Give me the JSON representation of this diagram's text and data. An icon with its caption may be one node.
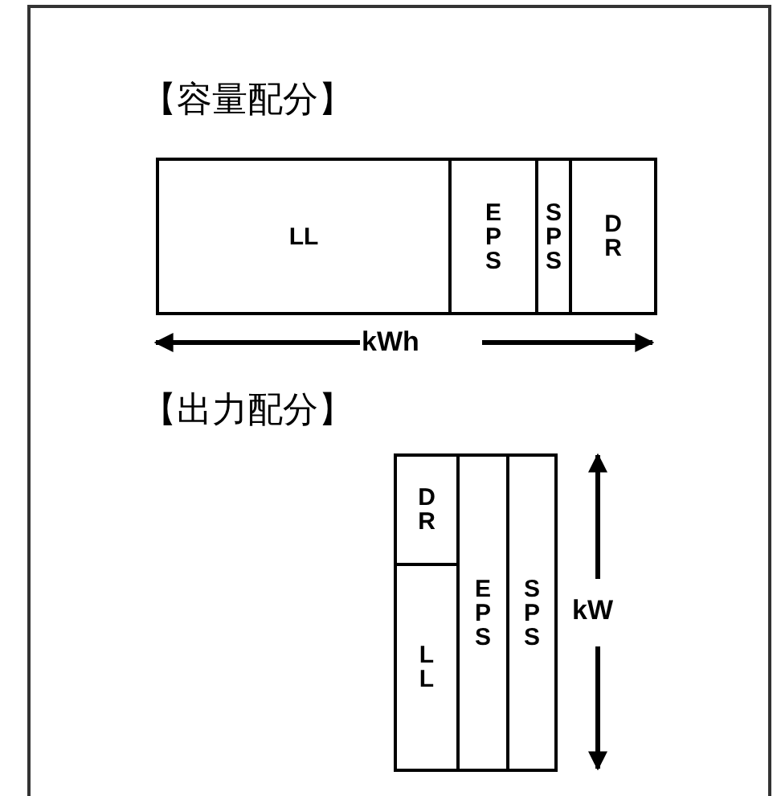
{
  "diagram": {
    "nodes": [
      {
        "text": [
          "LL"
        ]
      },
      {
        "text": [
          "EPS"
        ]
      },
      {
        "text": [
          "SPS"
        ]
      },
      {
        "text": [
          "DR"
        ]
      },
      {
        "text": [
          "DR"
        ]
      },
      {
        "text": [
          "LL"
        ]
      },
      {
        "text": [
          "EPS"
        ]
      },
      {
        "text": [
          "SPS"
        ]
      }
    ],
    "edges": [],
    "labels": [
      "【容量配分】",
      "kWh",
      "【出力配分】",
      "kW"
    ]
  }
}
